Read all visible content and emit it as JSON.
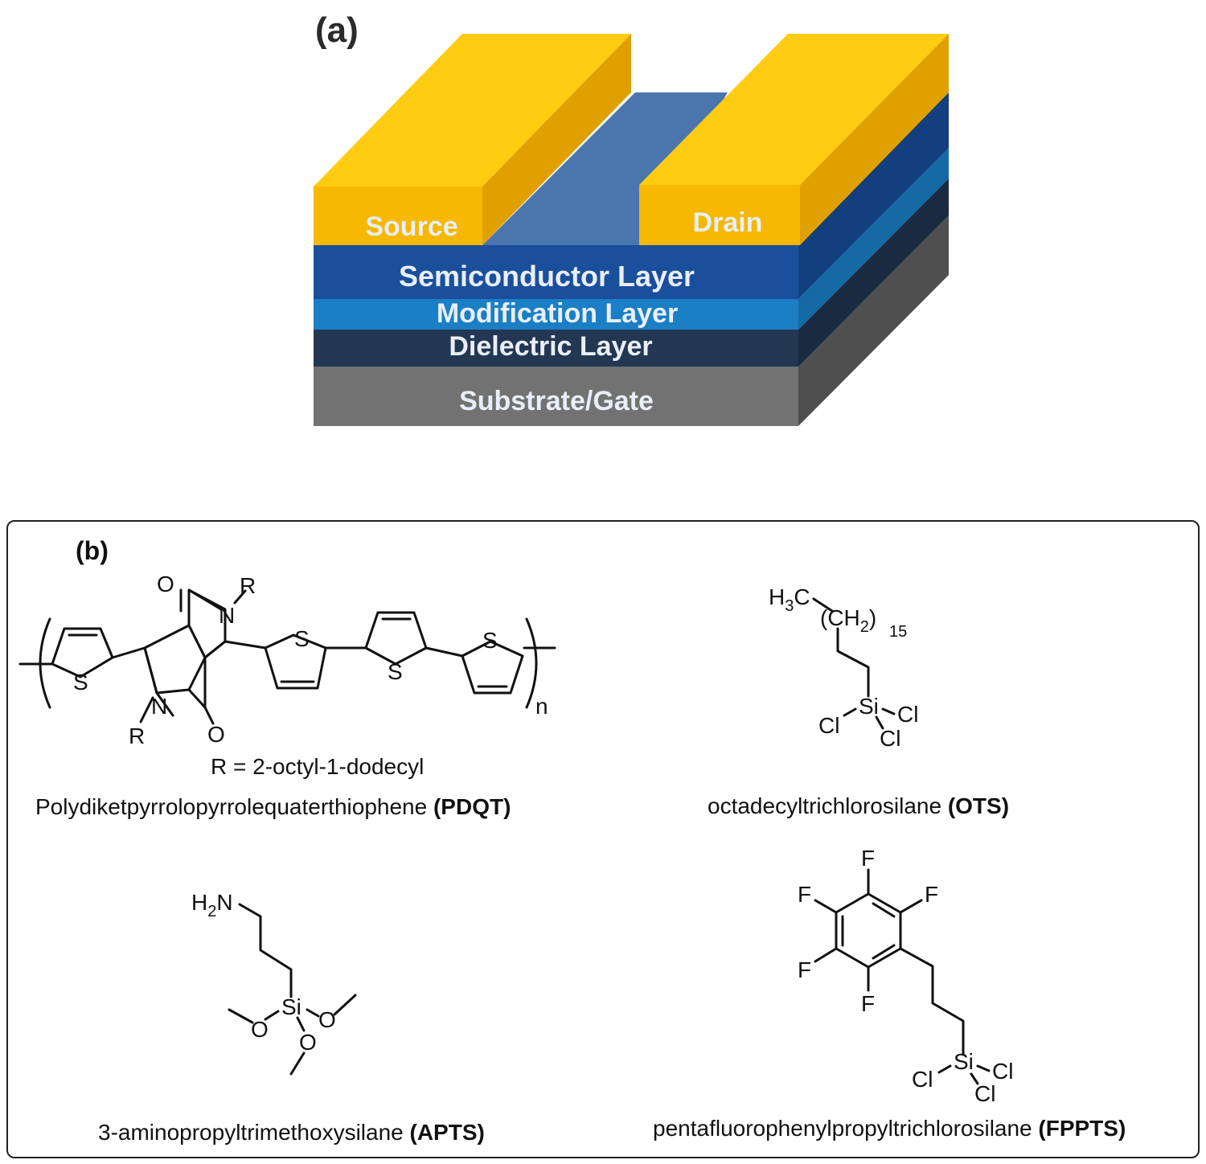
{
  "panel_a": {
    "label": "(a)",
    "layers": {
      "source": "Source",
      "drain": "Drain",
      "semiconductor": "Semiconductor Layer",
      "modification": "Modification Layer",
      "dielectric": "Dielectric Layer",
      "substrate": "Substrate/Gate"
    },
    "colors": {
      "electrode_front": "#f6b800",
      "electrode_top": "#ffcc12",
      "electrode_side": "#e0a100",
      "semiconductor": "#1a4f9c",
      "semiconductor_top": "#4a76ad",
      "modification": "#1a7fc4",
      "dielectric": "#233752",
      "substrate": "#6f6f6f"
    }
  },
  "panel_b": {
    "label": "(b)",
    "pdqt": {
      "atoms": {
        "O": "O",
        "N": "N",
        "R": "R",
        "S": "S",
        "n": "n"
      },
      "r_definition": "R = 2-octyl-1-dodecyl",
      "name": "Polydiketpyrrolopyrrolequaterthiophene",
      "abbr": "(PDQT)"
    },
    "ots": {
      "h3c": "H",
      "h3c_sub": "3",
      "h3c_c": "C",
      "ch2": "(CH",
      "ch2_sub": "2",
      "ch2_close": ")",
      "repeat": "15",
      "si": "Si",
      "cl": "Cl",
      "name": "octadecyltrichlorosilane",
      "abbr": "(OTS)"
    },
    "apts": {
      "h2n_h": "H",
      "h2n_sub": "2",
      "h2n_n": "N",
      "si": "Si",
      "o": "O",
      "name": "3-aminopropyltrimethoxysilane",
      "abbr": "(APTS)"
    },
    "fppts": {
      "f": "F",
      "si": "Si",
      "cl": "Cl",
      "name": "pentafluorophenylpropyltrichlorosilane",
      "abbr": "(FPPTS)"
    }
  }
}
